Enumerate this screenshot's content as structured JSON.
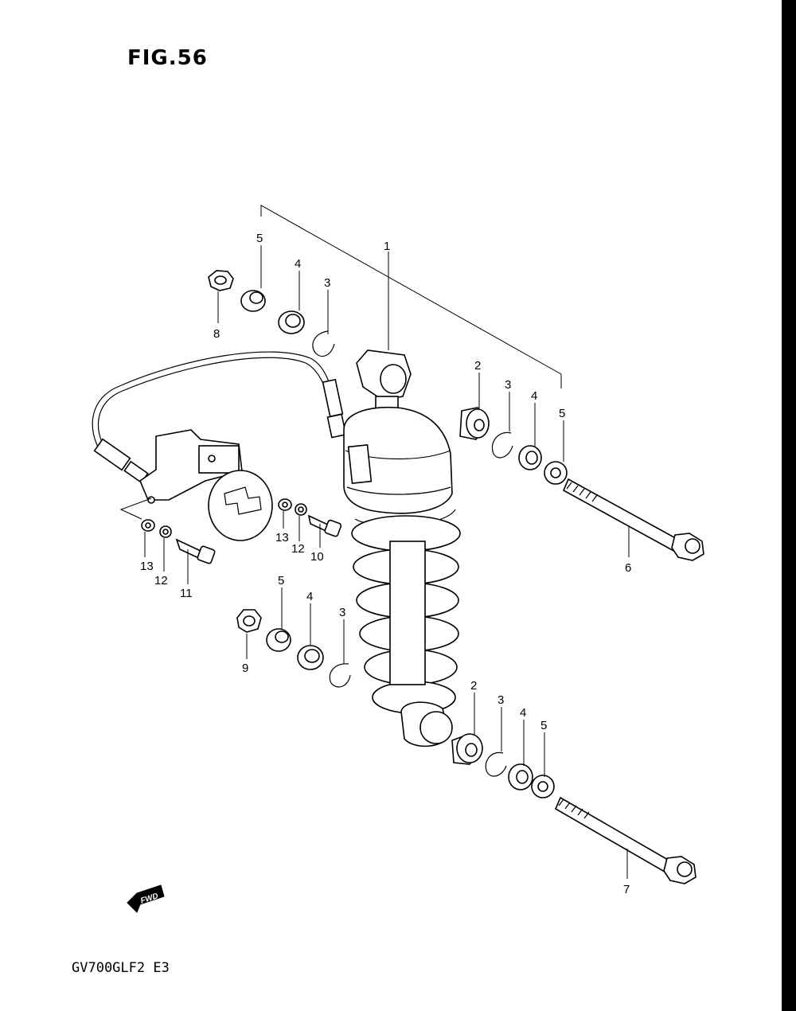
{
  "figure": {
    "title": "FIG.56",
    "model_code": "GV700GLF2  E3",
    "fwd_label": "FWD"
  },
  "callouts": {
    "c1": "1",
    "c2a": "2",
    "c2b": "2",
    "c3a": "3",
    "c3b": "3",
    "c3c": "3",
    "c3d": "3",
    "c4a": "4",
    "c4b": "4",
    "c4c": "4",
    "c4d": "4",
    "c5a": "5",
    "c5b": "5",
    "c5c": "5",
    "c5d": "5",
    "c6": "6",
    "c7": "7",
    "c8": "8",
    "c9": "9",
    "c10": "10",
    "c11": "11",
    "c12a": "12",
    "c12b": "12",
    "c13a": "13",
    "c13b": "13"
  }
}
